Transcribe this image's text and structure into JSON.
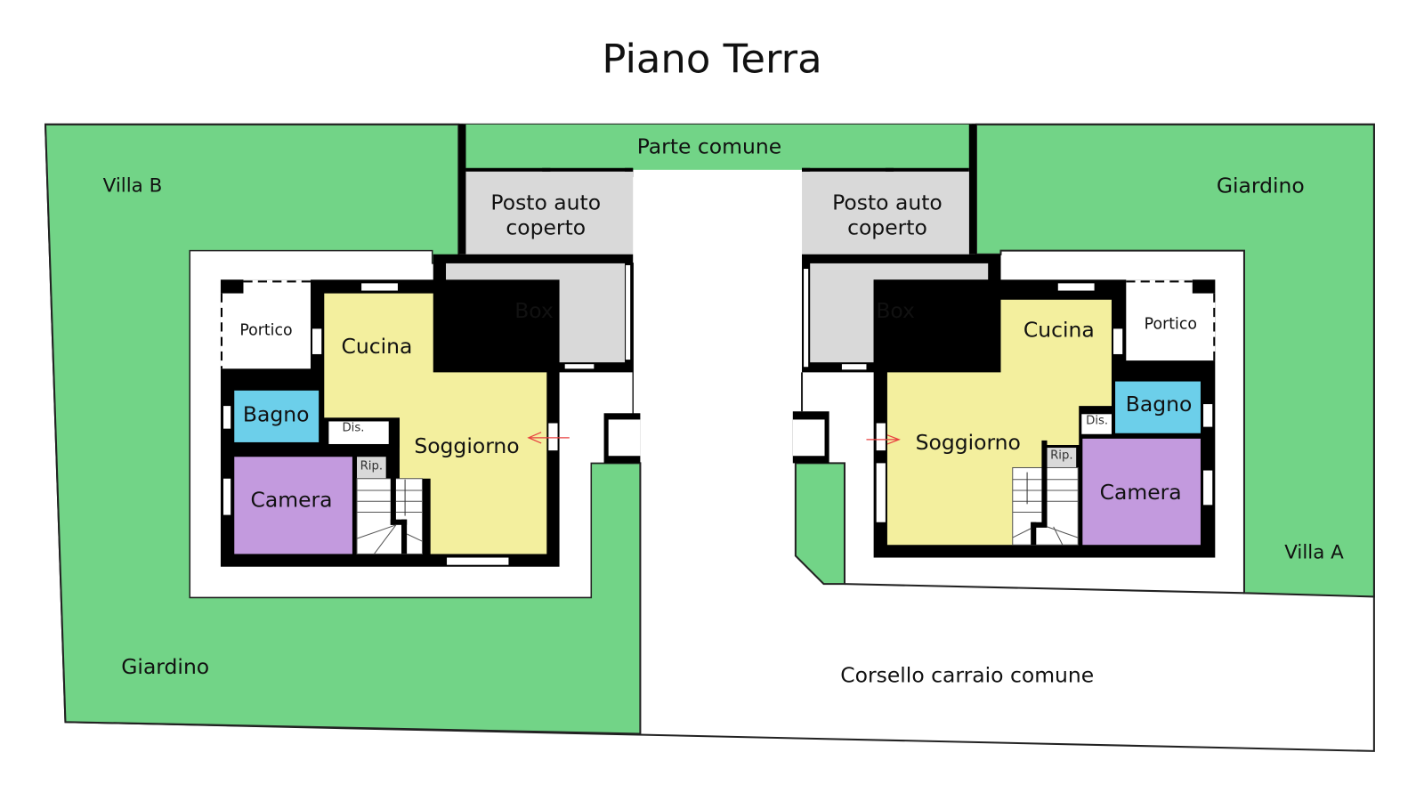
{
  "title": "Piano Terra",
  "colors": {
    "garden": "#72d487",
    "living": "#f3ef9e",
    "service": "#d9d9d9",
    "bath": "#6ccfea",
    "bedroom": "#c39ade",
    "wall": "#000000",
    "arrow": "#e84040"
  },
  "labels": {
    "parte_comune": "Parte comune",
    "corsello": "Corsello carraio comune",
    "villa_b": "Villa B",
    "villa_a": "Villa A",
    "giardino_left": "Giardino",
    "giardino_right": "Giardino"
  },
  "villa_b": {
    "posto_auto_1": "Posto auto",
    "posto_auto_2": "coperto",
    "box": "Box",
    "portico": "Portico",
    "cucina": "Cucina",
    "bagno": "Bagno",
    "dis": "Dis.",
    "soggiorno": "Soggiorno",
    "rip": "Rip.",
    "camera": "Camera"
  },
  "villa_a": {
    "posto_auto_1": "Posto auto",
    "posto_auto_2": "coperto",
    "box": "Box",
    "portico": "Portico",
    "cucina": "Cucina",
    "bagno": "Bagno",
    "dis": "Dis.",
    "soggiorno": "Soggiorno",
    "rip": "Rip.",
    "camera": "Camera"
  }
}
